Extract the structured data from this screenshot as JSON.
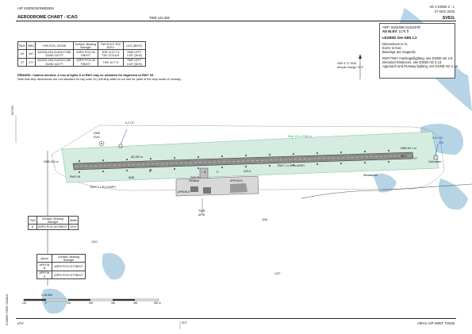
{
  "header": {
    "publisher": "AIP SVERIGE/SWEDEN",
    "page_ref": "AD 2 ESND 2 - 1",
    "date": "27 NOV 2025",
    "title": "AERODROME CHART - ICAO",
    "twr": "TWR 122.285",
    "aerodrome": "SVEG"
  },
  "rwy_table": {
    "headers": [
      "RWY",
      "BRG",
      "THR POS, GEOID",
      "Surface, Bearing Strength",
      "THR ELEV TDZ ELEV",
      "LDG (REVF)"
    ],
    "rows": [
      [
        "09",
        "097",
        "620235.41N 0142017.09E GUND 110 FT",
        "ASPH PCN 28 F/B/X/T",
        "THR 1173.7 ft TDZ 1174.8 ft",
        "PAPI LEFT 3.00° (50 ft)"
      ],
      [
        "27",
        "277",
        "620232.16N 0142424.18E GUND 110 FT",
        "ASPH PCN 28 F/B/X/T",
        "THR 1177 ft",
        "PAPI LEFT 3.00° (50 ft)"
      ]
    ]
  },
  "info": {
    "arp_label": "ARP:",
    "arp_value": "620239N 0142207E",
    "elev_label": "AD ELEV:",
    "elev_value": "1176 ft",
    "legend": "LEGEND See GEN 2.3",
    "notes": [
      "Dimensions in m.",
      "ELEV in feet.",
      "Bearings are magnetic."
    ],
    "refs": [
      "RWY/TWY markings/lighting, see ESND AD 2.9",
      "Declared Distances, see ESND AD 2.13",
      "Approach and Runway lighting, see ESND AD 2.14."
    ]
  },
  "var": {
    "line1": "VAR 5° E 2025",
    "line2": "Annual change +0.2°"
  },
  "remark": "REMARK: Caution advised. A row of lights S of RWY may be mistaken for alignment to RWY 09.",
  "remark2": "Note that strip dimensions are not standard for rwy code 3C (full strip width is not met for parts of the strip south of runway).",
  "labels": {
    "dme": "DME",
    "dme2": "SVG",
    "ils_gp": "ILS GP",
    "ils_loc": "ILS LOC",
    "loc_id": "IND",
    "strip": "Strip 100 x 2180 m",
    "rwy": "RWY 1 x 30 m ASPH",
    "rwy_id": "ASPH",
    "rwy09_label": "RWY 09",
    "rwy27_label": "27",
    "twy_a": "A",
    "twy_b": "B",
    "twy_c": "C",
    "apron_n": "APRON N",
    "apron_s": "APRON S",
    "ndb": "NDB",
    "wdi": "WDI",
    "gaspl": "GAS PL",
    "ceilometer": "Ceilometer",
    "windsensor": "Windsensor",
    "thr09": "NDB 262 m",
    "thr27": "NDB 5K 1 m",
    "twr_l1": "TWR",
    "twr_l2": "AFIS",
    "bldg": "Terminal",
    "hold": "HOLD",
    "mid_south": "RWY 1 x 30 m ASPH",
    "ap_val": "AD 200 m",
    "elev_1": "1210",
    "elev_2": "1184",
    "elev_3": "1227",
    "coord_lat": "62°03'N",
    "coord_lon": "014°",
    "scale_label": "1:18 000",
    "left_vert": "CHANGE: REDR. DOUBLE",
    "footer_left": "LFV",
    "footer_right": "AIRAC AIP AMDT 7/2025"
  },
  "twy_table": {
    "headers": [
      "TWY",
      "Surface, Bearing Strength",
      "Width"
    ],
    "rows": [
      [
        "A",
        "ASPH PCN 28 F/B/X/T",
        "15 m"
      ]
    ]
  },
  "apron_table": {
    "headers": [
      "Apron",
      "Surface, Bearing Strength"
    ],
    "rows": [
      [
        "APRON N",
        "ASPH PCN 22 F/B/X/T"
      ],
      [
        "APRON S",
        "ASPH PCN 22 F/B/X/T"
      ]
    ]
  },
  "scale_ticks": [
    "100",
    "0",
    "100",
    "200",
    "300",
    "400",
    "500 m"
  ]
}
